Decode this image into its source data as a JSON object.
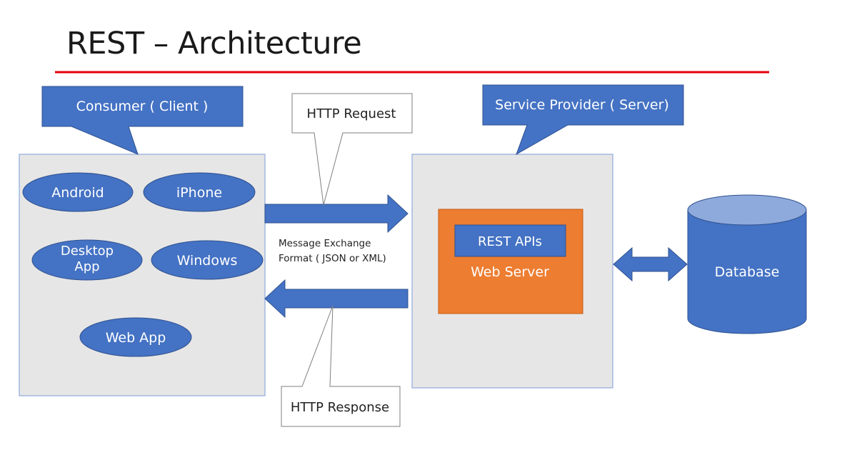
{
  "title": "REST – Architecture",
  "consumer": {
    "callout": "Consumer ( Client )",
    "apps": [
      "Android",
      "iPhone",
      "Desktop App",
      "Windows",
      "Web App"
    ]
  },
  "provider": {
    "callout": "Service Provider ( Server)",
    "rest_apis": "REST APIs",
    "web_server": "Web Server"
  },
  "database": {
    "label": "Database"
  },
  "exchange": {
    "request_label": "HTTP Request",
    "response_label": "HTTP Response",
    "message_format_line1": "Message Exchange",
    "message_format_line2": "Format ( JSON or XML)"
  },
  "colors": {
    "blue": "#4472c4",
    "blue_light": "#8ea9db",
    "orange": "#ed7d31",
    "panel_gray": "#e7e6e6",
    "title_rule": "#e8000b"
  }
}
